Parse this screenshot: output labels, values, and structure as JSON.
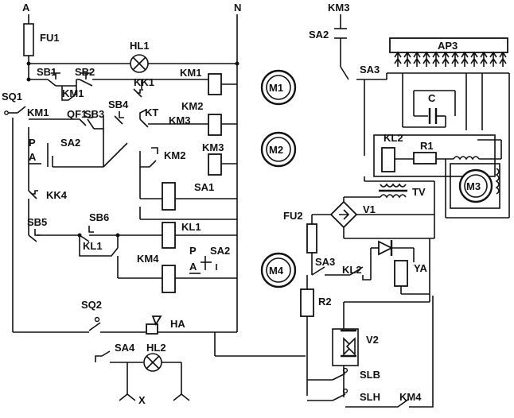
{
  "labels": {
    "rail_a": "A",
    "rail_n": "N",
    "fu1": "FU1",
    "hl1": "HL1",
    "km1_coil": "KM1",
    "sb1": "SB1",
    "sb2": "SB2",
    "kk1": "KK1",
    "km1_contact": "KM1",
    "sq1": "SQ1",
    "km1_sq": "KM1",
    "qf1": "QF1",
    "sb3": "SB3",
    "sb4": "SB4",
    "kt": "KT",
    "km2_coil": "KM2",
    "km3_contact": "KM3",
    "km3_coil": "KM3",
    "p1": "P",
    "a1": "A",
    "sa2_left": "SA2",
    "km2_contact": "KM2",
    "sa1": "SA1",
    "kk4": "KK4",
    "sb5": "SB5",
    "sb6": "SB6",
    "kl1_coil": "KL1",
    "kl1_contact": "KL1",
    "km4_left": "KM4",
    "p2": "P",
    "a2": "A",
    "sa2_mid": "SA2",
    "sq2": "SQ2",
    "ha": "HA",
    "sa4": "SA4",
    "hl2": "HL2",
    "x": "X",
    "m1": "M1",
    "m2": "M2",
    "m4": "M4",
    "km3_top": "KM3",
    "sa2_top": "SA2",
    "sa3_top": "SA3",
    "ap3": "AP3",
    "c": "C",
    "kl2_box": "KL2",
    "r1": "R1",
    "m3": "M3",
    "tv": "TV",
    "fu2": "FU2",
    "v1": "V1",
    "sa3_mid": "SA3",
    "kl2_contact": "KL2",
    "ya": "YA",
    "r2": "R2",
    "v2": "V2",
    "slb": "SLB",
    "slh": "SLH",
    "km4_bottom": "KM4"
  }
}
